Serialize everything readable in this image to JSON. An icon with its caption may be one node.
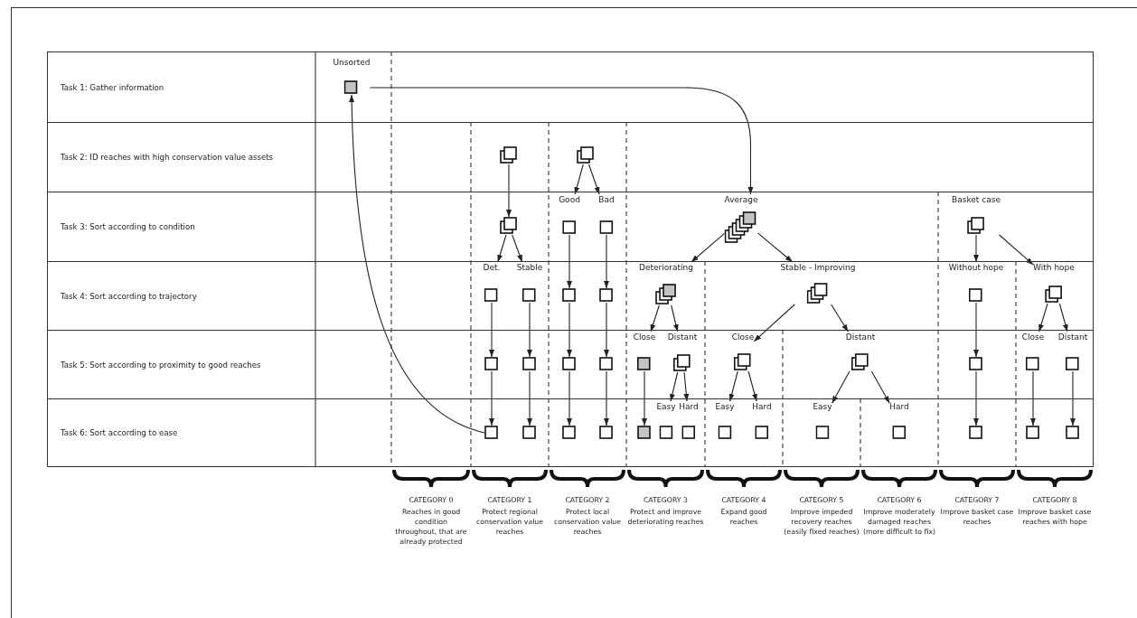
{
  "diagram": {
    "nodes": [
      {
        "text": [
          "Task 1: Gather information"
        ]
      },
      {
        "text": [
          "Task 2: ID reaches with high conservation value assets"
        ]
      },
      {
        "text": [
          "Task 3: Sort according to condition"
        ]
      },
      {
        "text": [
          "Task 4: Sort according to trajectory"
        ]
      },
      {
        "text": [
          "Task 5: Sort according to proximity to good reaches"
        ]
      },
      {
        "text": [
          "Task 6: Sort according to ease"
        ]
      },
      {
        "text": [
          "Unsorted"
        ],
        "in": 0
      },
      {
        "text": [],
        "shape": "stack",
        "in": 1
      },
      {
        "text": [],
        "shape": "stack",
        "in": 1
      },
      {
        "text": [],
        "shape": "stack",
        "in": 2
      },
      {
        "text": [
          "Good"
        ],
        "in": 2
      },
      {
        "text": [
          "Bad"
        ],
        "in": 2
      },
      {
        "text": [
          "Average"
        ],
        "in": 2
      },
      {
        "text": [
          "Basket case"
        ],
        "in": 2
      },
      {
        "text": [
          "Det."
        ],
        "in": 3
      },
      {
        "text": [
          "Stable"
        ],
        "in": 3
      },
      {
        "text": [],
        "shape": "box",
        "in": 3
      },
      {
        "text": [],
        "shape": "box",
        "in": 3
      },
      {
        "text": [
          "Deteriorating"
        ],
        "in": 3
      },
      {
        "text": [
          "Stable - Improving"
        ],
        "in": 3
      },
      {
        "text": [
          "Without hope"
        ],
        "in": 3
      },
      {
        "text": [
          "With hope"
        ],
        "in": 3
      },
      {
        "text": [],
        "shape": "box",
        "in": 4
      },
      {
        "text": [],
        "shape": "box",
        "in": 4
      },
      {
        "text": [],
        "shape": "box",
        "in": 4
      },
      {
        "text": [],
        "shape": "box",
        "in": 4
      },
      {
        "text": [
          "Close"
        ],
        "in": 4
      },
      {
        "text": [
          "Distant"
        ],
        "in": 4
      },
      {
        "text": [
          "Close"
        ],
        "in": 4
      },
      {
        "text": [
          "Distant"
        ],
        "in": 4
      },
      {
        "text": [],
        "shape": "box",
        "in": 4
      },
      {
        "text": [
          "Close"
        ],
        "in": 4
      },
      {
        "text": [
          "Distant"
        ],
        "in": 4
      },
      {
        "text": [],
        "shape": "box",
        "in": 5
      },
      {
        "text": [],
        "shape": "box",
        "in": 5
      },
      {
        "text": [],
        "shape": "box",
        "in": 5
      },
      {
        "text": [],
        "shape": "box",
        "in": 5
      },
      {
        "text": [],
        "shape": "box",
        "in": 5
      },
      {
        "text": [
          "Easy"
        ],
        "in": 5
      },
      {
        "text": [
          "Hard"
        ],
        "in": 5
      },
      {
        "text": [
          "Easy"
        ],
        "in": 5
      },
      {
        "text": [
          "Hard"
        ],
        "in": 5
      },
      {
        "text": [
          "Easy"
        ],
        "in": 5
      },
      {
        "text": [
          "Hard"
        ],
        "in": 5
      },
      {
        "text": [],
        "shape": "box",
        "in": 5
      },
      {
        "text": [],
        "shape": "box",
        "in": 5
      },
      {
        "text": [],
        "shape": "box",
        "in": 5
      }
    ],
    "edges": [
      {
        "from": 33,
        "to": 6,
        "arrow": "to"
      },
      {
        "from": 6,
        "to": 12,
        "arrow": "to"
      },
      {
        "from": 7,
        "to": 9,
        "arrow": "to"
      },
      {
        "from": 8,
        "to": 10,
        "arrow": "to"
      },
      {
        "from": 8,
        "to": 11,
        "arrow": "to"
      },
      {
        "from": 9,
        "to": 14,
        "arrow": "to"
      },
      {
        "from": 9,
        "to": 15,
        "arrow": "to"
      },
      {
        "from": 10,
        "to": 16,
        "arrow": "to"
      },
      {
        "from": 11,
        "to": 17,
        "arrow": "to"
      },
      {
        "from": 12,
        "to": 18,
        "arrow": "to"
      },
      {
        "from": 12,
        "to": 19,
        "arrow": "to"
      },
      {
        "from": 13,
        "to": 20,
        "arrow": "to"
      },
      {
        "from": 13,
        "to": 21,
        "arrow": "to"
      },
      {
        "from": 14,
        "to": 22,
        "arrow": "to"
      },
      {
        "from": 15,
        "to": 23,
        "arrow": "to"
      },
      {
        "from": 16,
        "to": 24,
        "arrow": "to"
      },
      {
        "from": 17,
        "to": 25,
        "arrow": "to"
      },
      {
        "from": 18,
        "to": 26,
        "arrow": "to"
      },
      {
        "from": 18,
        "to": 27,
        "arrow": "to"
      },
      {
        "from": 19,
        "to": 28,
        "arrow": "to"
      },
      {
        "from": 19,
        "to": 29,
        "arrow": "to"
      },
      {
        "from": 20,
        "to": 30,
        "arrow": "to"
      },
      {
        "from": 21,
        "to": 31,
        "arrow": "to"
      },
      {
        "from": 21,
        "to": 32,
        "arrow": "to"
      },
      {
        "from": 22,
        "to": 33,
        "arrow": "to"
      },
      {
        "from": 23,
        "to": 34,
        "arrow": "to"
      },
      {
        "from": 24,
        "to": 35,
        "arrow": "to"
      },
      {
        "from": 25,
        "to": 36,
        "arrow": "to"
      },
      {
        "from": 26,
        "to": 37,
        "arrow": "to"
      },
      {
        "from": 27,
        "to": 38,
        "arrow": "to"
      },
      {
        "from": 27,
        "to": 39,
        "arrow": "to"
      },
      {
        "from": 28,
        "to": 40,
        "arrow": "to"
      },
      {
        "from": 28,
        "to": 41,
        "arrow": "to"
      },
      {
        "from": 29,
        "to": 42,
        "arrow": "to"
      },
      {
        "from": 29,
        "to": 43,
        "arrow": "to"
      },
      {
        "from": 30,
        "to": 44,
        "arrow": "to"
      },
      {
        "from": 31,
        "to": 45,
        "arrow": "to"
      },
      {
        "from": 32,
        "to": 46,
        "arrow": "to"
      }
    ],
    "labels": [
      "CATEGORY 0",
      "Reaches in good condition throughout, that are already protected",
      "CATEGORY 1",
      "Protect regional conservation value reaches",
      "CATEGORY 2",
      "Protect local conservation value reaches",
      "CATEGORY 3",
      "Protect and improve deteriorating reaches",
      "CATEGORY 4",
      "Expand good reaches",
      "CATEGORY 5",
      "Improve impeded recovery reaches (easily fixed reaches)",
      "CATEGORY 6",
      "Improve moderately damaged reaches (more difficult to fix)",
      "CATEGORY 7",
      "Improve basket case reaches",
      "CATEGORY 8",
      "Improve basket case reaches with hope"
    ]
  }
}
